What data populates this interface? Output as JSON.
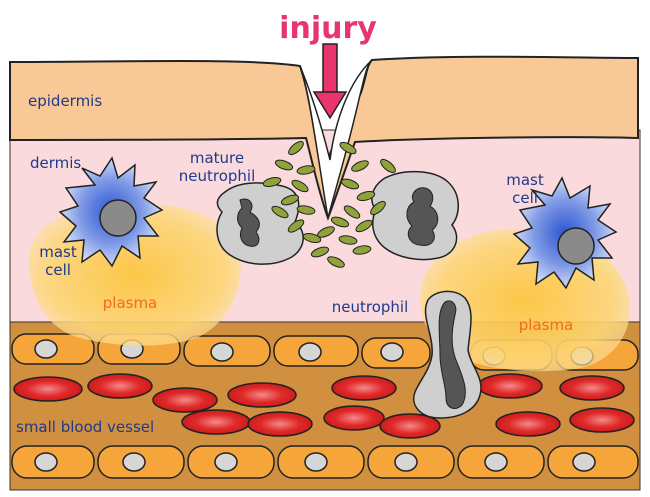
{
  "title": "injury",
  "labels": {
    "epidermis": "epidermis",
    "dermis": "dermis",
    "mature_neutrophil_1": "mature",
    "mature_neutrophil_2": "neutrophil",
    "mast_cell_left_1": "mast",
    "mast_cell_left_2": "cell",
    "mast_cell_right_1": "mast",
    "mast_cell_right_2": "cell",
    "plasma_left": "plasma",
    "plasma_right": "plasma",
    "neutrophil": "neutrophil",
    "small_blood_vessel": "small blood vessel"
  },
  "colors": {
    "epidermis": "#f9c897",
    "dermis": "#fadadd",
    "vessel_wall": "#d09040",
    "endothelial": "#f5a53a",
    "nucleus": "#d6d6d6",
    "red_cell": "#e02a2a",
    "plasma": "#fcd04a",
    "mast_cell": "#4f78d8",
    "neutrophil_body": "#cfcfcf",
    "neutrophil_nucleus": "#555555",
    "bacteria": "#8fa33a",
    "arrow": "#e8356e",
    "text_blue": "#1f3a8a",
    "text_orange": "#f26a1b"
  }
}
